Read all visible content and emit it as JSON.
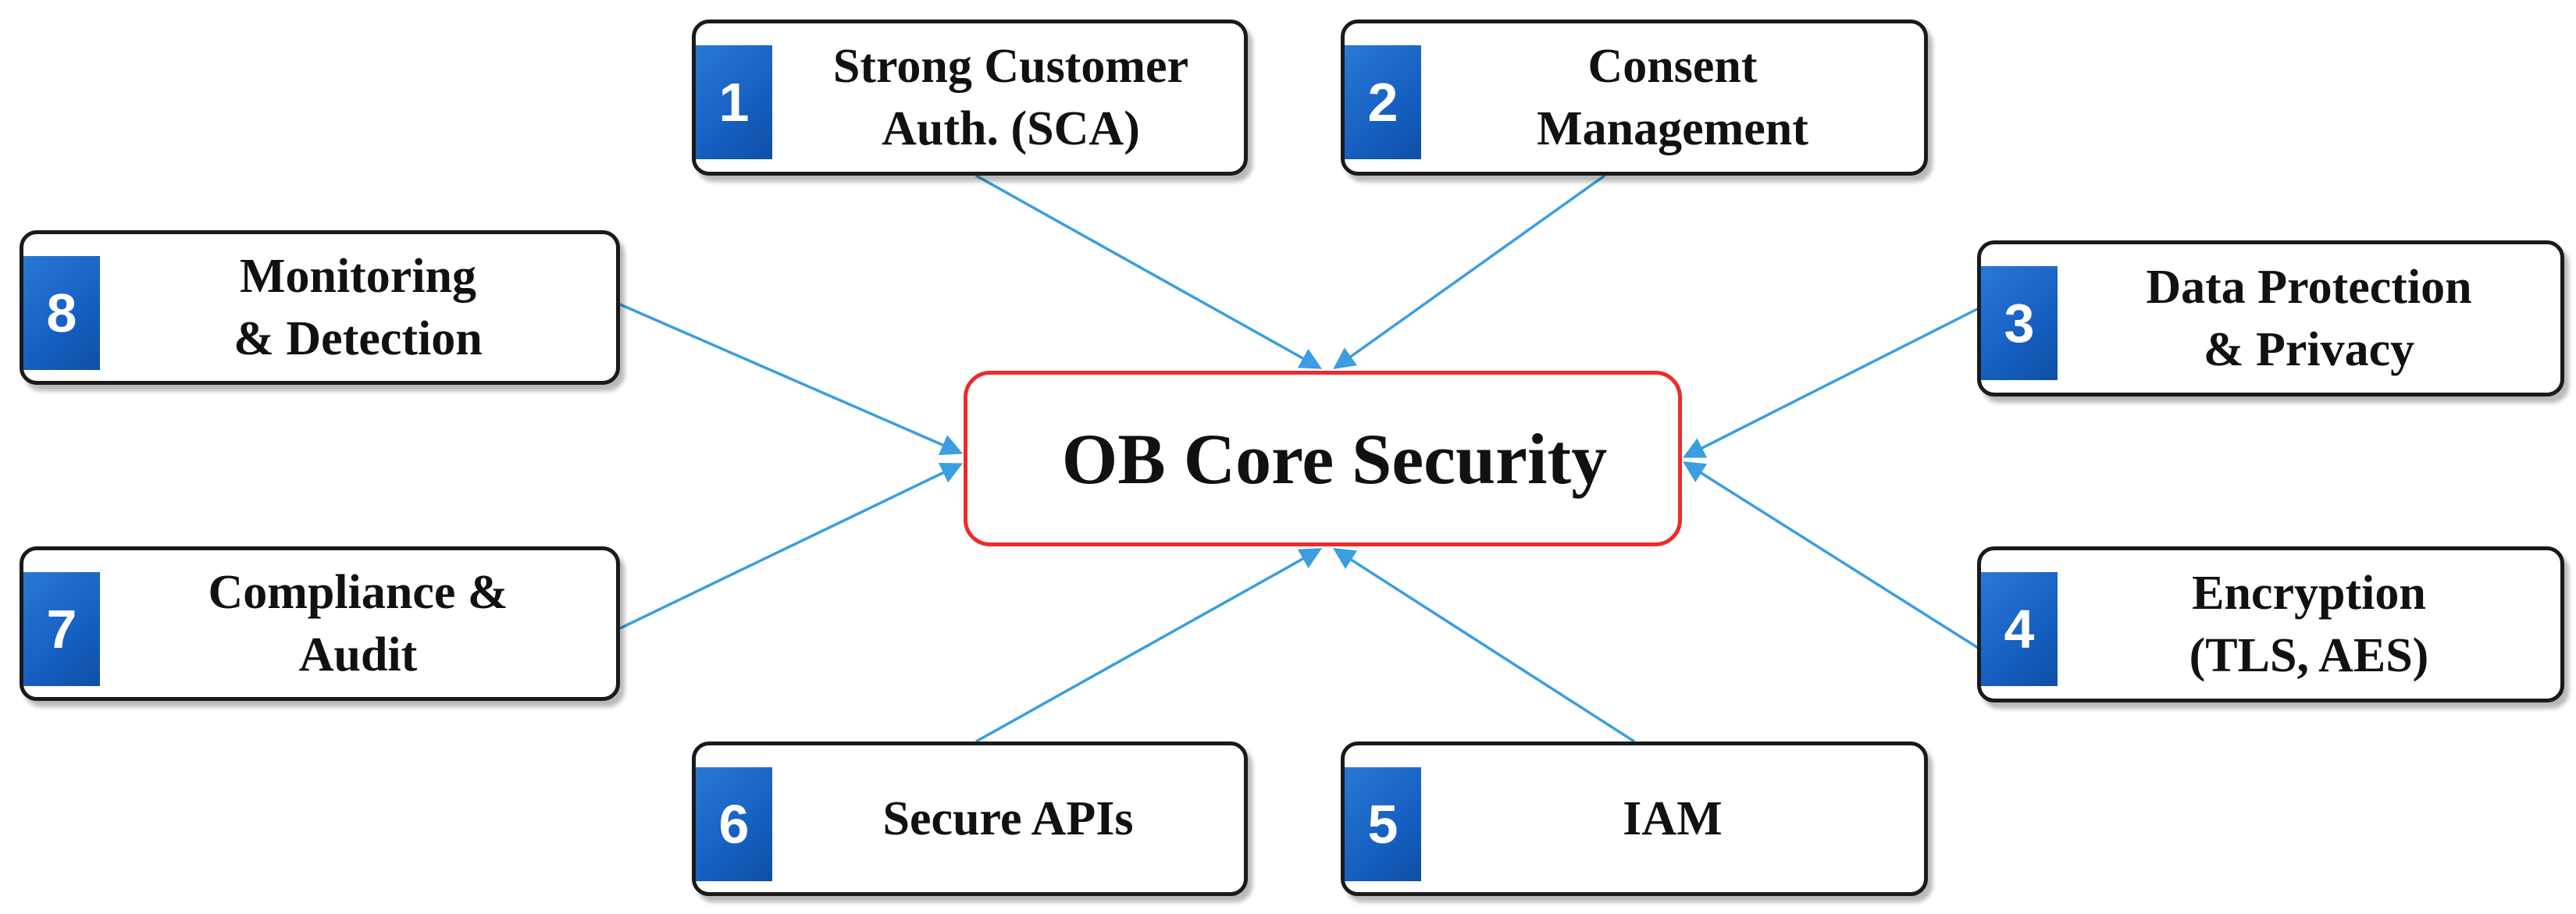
{
  "core": {
    "title": "OB Core Security"
  },
  "nodes": [
    {
      "num": "1",
      "lines": [
        "Strong Customer",
        "Auth. (SCA)"
      ]
    },
    {
      "num": "2",
      "lines": [
        "Consent",
        "Management"
      ]
    },
    {
      "num": "3",
      "lines": [
        "Data Protection",
        "& Privacy"
      ]
    },
    {
      "num": "4",
      "lines": [
        "Encryption",
        "(TLS, AES)"
      ]
    },
    {
      "num": "5",
      "lines": [
        "IAM",
        ""
      ]
    },
    {
      "num": "6",
      "lines": [
        "Secure APIs",
        ""
      ]
    },
    {
      "num": "7",
      "lines": [
        "Compliance &",
        "Audit"
      ]
    },
    {
      "num": "8",
      "lines": [
        "Monitoring",
        "& Detection"
      ]
    }
  ],
  "colors": {
    "connector": "#3a9ee0",
    "core_border": "#ee2a2a",
    "badge": "#155fc0",
    "box_border": "#1a1a1a"
  }
}
